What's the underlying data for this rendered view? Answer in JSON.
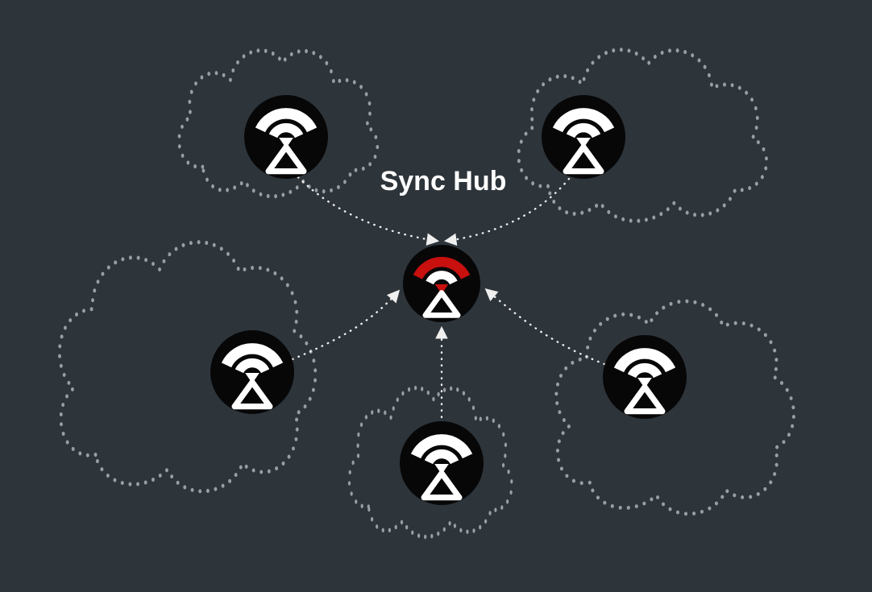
{
  "diagram": {
    "title": "Sync Hub",
    "hub": {
      "label": "Sync Hub",
      "icon": "wifi-station-icon",
      "accent": "red-signal-arc"
    },
    "satellite_nodes": [
      {
        "id": "top-left",
        "icon": "wifi-station-icon"
      },
      {
        "id": "top-right",
        "icon": "wifi-station-icon"
      },
      {
        "id": "middle-left",
        "icon": "wifi-station-icon"
      },
      {
        "id": "bottom-center",
        "icon": "wifi-station-icon"
      },
      {
        "id": "middle-right",
        "icon": "wifi-station-icon"
      }
    ],
    "connections": [
      {
        "from": "top-left",
        "to": "hub",
        "style": "dotted-arrow"
      },
      {
        "from": "top-right",
        "to": "hub",
        "style": "dotted-arrow"
      },
      {
        "from": "middle-left",
        "to": "hub",
        "style": "dotted-arrow"
      },
      {
        "from": "bottom-center",
        "to": "hub",
        "style": "dotted-arrow"
      },
      {
        "from": "middle-right",
        "to": "hub",
        "style": "dotted-arrow"
      }
    ]
  },
  "colors": {
    "background": "#2d343a",
    "cloud-outline": "#989ea3",
    "arrow": "#efefef",
    "node-fill": "#070708",
    "icon": "#ffffff",
    "hub-accent": "#c8100f",
    "title-text": "#ffffff"
  }
}
